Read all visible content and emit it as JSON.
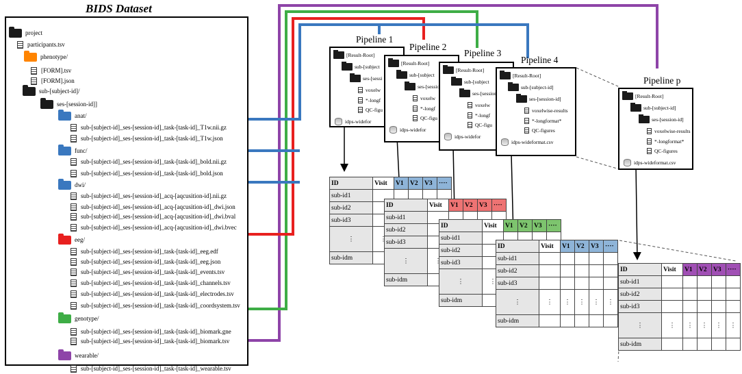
{
  "bids": {
    "title": "BIDS Dataset",
    "items": [
      {
        "label": "project",
        "type": "folder"
      },
      {
        "label": "participants.tsv",
        "type": "file"
      },
      {
        "label": "phenotype/",
        "type": "folder",
        "color": "#ff8400"
      },
      {
        "label": "[FORM].tsv",
        "type": "file"
      },
      {
        "label": "[FORM].json",
        "type": "file"
      },
      {
        "label": "sub-[subject-id]/",
        "type": "folder"
      },
      {
        "label": "ses-[session-id]]",
        "type": "folder"
      },
      {
        "label": "anat/",
        "type": "folder",
        "color": "#3a78bf"
      },
      {
        "label": "sub-[subject-id]_ses-[session-id]_task-[task-id]_T1w.nii.gz",
        "type": "file"
      },
      {
        "label": "sub-[subject-id]_ses-[session-id]_task-[task-id]_T1w.json",
        "type": "file"
      },
      {
        "label": "func/",
        "type": "folder",
        "color": "#3a78bf"
      },
      {
        "label": "sub-[subject-id]_ses-[session-id]_task-[task-id]_bold.nii.gz",
        "type": "file"
      },
      {
        "label": "sub-[subject-id]_ses-[session-id]_task-[task-id]_bold.json",
        "type": "file"
      },
      {
        "label": "dwi/",
        "type": "folder",
        "color": "#3a78bf"
      },
      {
        "label": "sub-[subject-id]_ses-[session-id]_acq-[aqcusition-id].nii.gz",
        "type": "file"
      },
      {
        "label": "sub-[subject-id]_ses-[session-id]_acq-[aqcusition-id]_dwi.json",
        "type": "file"
      },
      {
        "label": "sub-[subject-id]_ses-[session-id]_acq-[aqcusition-id]_dwi.bval",
        "type": "file"
      },
      {
        "label": "sub-[subject-id]_ses-[session-id]_acq-[aqcusition-id]_dwi.bvec",
        "type": "file"
      },
      {
        "label": "eeg/",
        "type": "folder",
        "color": "#e8201f"
      },
      {
        "label": "sub-[subject-id]_ses-[session-id]_task-[task-id]_eeg.edf",
        "type": "file"
      },
      {
        "label": "sub-[subject-id]_ses-[session-id]_task-[task-id]_eeg.json",
        "type": "file"
      },
      {
        "label": "sub-[subject-id]_ses-[session-id]_task-[task-id]_events.tsv",
        "type": "file"
      },
      {
        "label": "sub-[subject-id]_ses-[session-id]_task-[task-id]_channels.tsv",
        "type": "file"
      },
      {
        "label": "sub-[subject-id]_ses-[session-id]_task-[task-id]_electrodes.tsv",
        "type": "file"
      },
      {
        "label": "sub-[subject-id]_ses-[session-id]_task-[task-id]_coordsystem.tsv",
        "type": "file"
      },
      {
        "label": "genotype/",
        "type": "folder",
        "color": "#3ead46"
      },
      {
        "label": "sub-[subject-id]_ses-[session-id]_task-[task-id]_biomark.gne",
        "type": "file"
      },
      {
        "label": "sub-[subject-id]_ses-[session-id]_task-[task-id]_biomark.tsv",
        "type": "file"
      },
      {
        "label": "wearable/",
        "type": "folder",
        "color": "#8e44a8"
      },
      {
        "label": "sub-[subject-id]_ses-[session-id]_task-[task-id]_wearable.tsv",
        "type": "file"
      }
    ]
  },
  "pipelines": [
    {
      "label": "Pipeline 1",
      "lines": [
        "[Result-Root]",
        "sub-[subject",
        "ses-[sessi",
        "voxelw",
        "*-longf",
        "QC-figu",
        "idps-widefor"
      ]
    },
    {
      "label": "Pipeline 2",
      "lines": [
        "[Result-Root]",
        "sub-[subject",
        "ses-[sessio",
        "voxelw",
        "*-longf",
        "QC-figu",
        "idps-widefor"
      ]
    },
    {
      "label": "Pipeline 3",
      "lines": [
        "[Result-Root]",
        "sub-[subject",
        "ses-[session",
        "voxelw",
        "*-longf",
        "QC-figu",
        "idps-widefor"
      ]
    },
    {
      "label": "Pipeline 4",
      "lines": [
        "[Result-Root]",
        "sub-[subject-id]",
        "ses-[session-id]",
        "voxelwise-results",
        "*-longformat*",
        "QC-figures",
        "idps-wideformat.csv"
      ]
    },
    {
      "label": "Pipeline p",
      "lines": [
        "[Result-Root]",
        "sub-[subject-id]",
        "ses-[session-id]",
        "voxelwise-results",
        "*-longformat*",
        "QC-figures",
        "idps-wideformat.csv"
      ]
    }
  ],
  "tables": {
    "header": [
      "ID",
      "Visit",
      "V1",
      "V2",
      "V3",
      "····"
    ],
    "rows": [
      "sub-id1",
      "sub-id2",
      "sub-id3",
      "sub-idm"
    ],
    "ellipsis": "⋮",
    "colors": [
      "#8eb4d8",
      "#ee7373",
      "#7dc46e",
      "#8eb4d8",
      "#a04fb4"
    ]
  },
  "colors": {
    "blue": "#3a78bf",
    "red": "#e8201f",
    "green": "#3ead46",
    "purple": "#8e44a8",
    "orange": "#ff8400"
  }
}
